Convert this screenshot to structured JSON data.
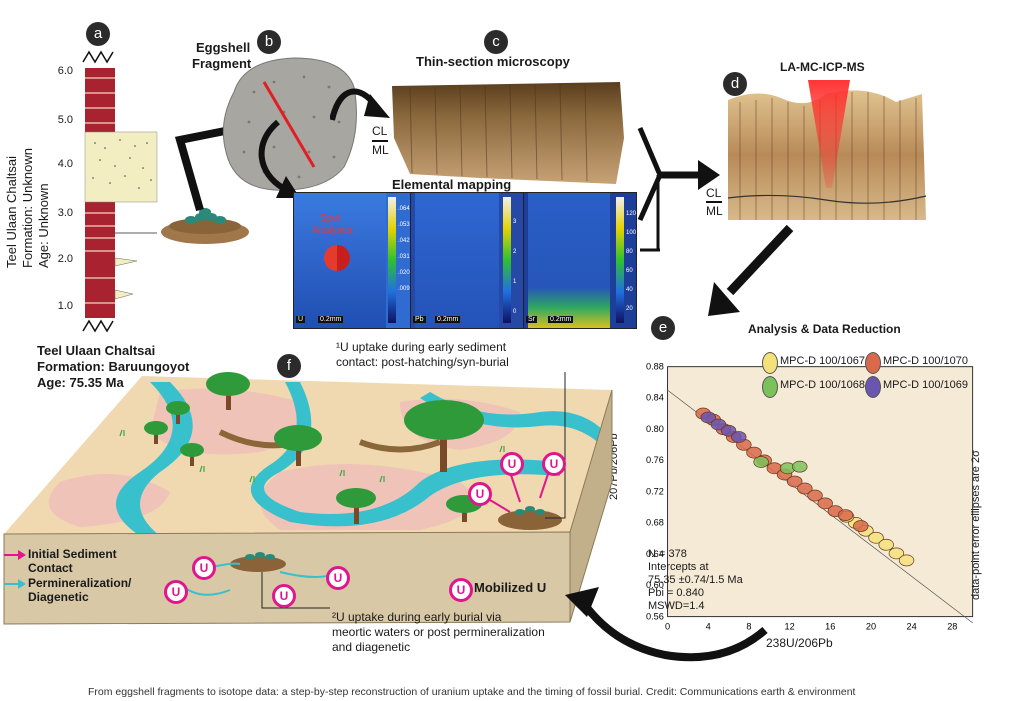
{
  "badges": [
    "a",
    "b",
    "c",
    "d",
    "e",
    "f"
  ],
  "panel_a": {
    "ticks": [
      "6.0",
      "5.0",
      "4.0",
      "3.0",
      "2.0",
      "1.0"
    ],
    "vertical_labels": [
      "Teel Ulaan Chaltsai",
      "Formation: Unknown",
      "Age: Unknown"
    ],
    "bottom_labels": [
      "Teel Ulaan Chaltsai",
      "Formation: Baruungoyot",
      "Age: 75.35 Ma"
    ]
  },
  "panel_b": {
    "title_line1": "Eggshell",
    "title_line2": "Fragment"
  },
  "panel_c": {
    "title": "Thin-section microscopy",
    "cl": "CL",
    "ml": "ML"
  },
  "panel_d": {
    "title": "LA-MC-ICP-MS",
    "cl": "CL",
    "ml": "ML"
  },
  "mapping": {
    "title": "Elemental mapping",
    "spot_label_line1": "Spot",
    "spot_label_line2": "Analyses",
    "elements": [
      "U",
      "Pb",
      "Sr"
    ],
    "scale_text": "0.2mm",
    "panel1_ticks": [
      ".064",
      ".053",
      ".042",
      ".031",
      ".020",
      ".009"
    ],
    "panel2_ticks": [
      "3",
      "2",
      "1",
      "0"
    ],
    "panel3_ticks": [
      "120",
      "100",
      "80",
      "60",
      "40",
      "20"
    ]
  },
  "panel_e": {
    "title": "Analysis & Data Reduction",
    "legend": [
      {
        "name": "MPC-D 100/1067",
        "color": "#f3e27a"
      },
      {
        "name": "MPC-D 100/1070",
        "color": "#d9694a"
      },
      {
        "name": "MPC-D 100/1068",
        "color": "#7cc25a"
      },
      {
        "name": "MPC-D 100/1069",
        "color": "#6a55b0"
      }
    ],
    "stats": [
      "N = 378",
      "Intercepts at",
      "75.35 ±0.74/1.5 Ma",
      "Pbi = 0.840",
      "MSWD=1.4"
    ],
    "side_note": "data-point error ellipses are 2σ"
  },
  "chart_data": {
    "type": "scatter",
    "title": "Analysis & Data Reduction",
    "xlabel": "238U/206Pb",
    "ylabel": "207Pb/206Pb",
    "xlim": [
      0,
      30
    ],
    "ylim": [
      0.56,
      0.88
    ],
    "xticks": [
      "0",
      "4",
      "8",
      "12",
      "16",
      "20",
      "24",
      "28"
    ],
    "yticks": [
      "0.88",
      "0.84",
      "0.80",
      "0.76",
      "0.72",
      "0.68",
      "0.64",
      "0.60",
      "0.56"
    ],
    "regression_line": {
      "x": [
        0,
        30
      ],
      "y": [
        0.85,
        0.552
      ]
    },
    "series": [
      {
        "name": "MPC-D 100/1067",
        "color": "#f3e27a",
        "points": [
          [
            18.5,
            0.68
          ],
          [
            19.5,
            0.67
          ],
          [
            20.5,
            0.661
          ],
          [
            21.5,
            0.652
          ],
          [
            22.5,
            0.641
          ],
          [
            23.5,
            0.632
          ],
          [
            17.6,
            0.688
          ]
        ]
      },
      {
        "name": "MPC-D 100/1070",
        "color": "#d9694a",
        "points": [
          [
            3.5,
            0.82
          ],
          [
            4.5,
            0.812
          ],
          [
            5.5,
            0.8
          ],
          [
            6.5,
            0.79
          ],
          [
            7.5,
            0.78
          ],
          [
            8.5,
            0.77
          ],
          [
            9.5,
            0.76
          ],
          [
            10.5,
            0.75
          ],
          [
            11.5,
            0.742
          ],
          [
            12.5,
            0.733
          ],
          [
            13.5,
            0.724
          ],
          [
            14.5,
            0.715
          ],
          [
            15.5,
            0.705
          ],
          [
            16.5,
            0.695
          ],
          [
            17.5,
            0.69
          ],
          [
            19.0,
            0.676
          ]
        ]
      },
      {
        "name": "MPC-D 100/1068",
        "color": "#7cc25a",
        "points": [
          [
            9.2,
            0.758
          ],
          [
            11.8,
            0.75
          ],
          [
            13.0,
            0.752
          ]
        ]
      },
      {
        "name": "MPC-D 100/1069",
        "color": "#6a55b0",
        "points": [
          [
            4.0,
            0.815
          ],
          [
            5.0,
            0.806
          ],
          [
            6.0,
            0.798
          ],
          [
            7.0,
            0.79
          ]
        ]
      }
    ]
  },
  "panel_f": {
    "uptake1_line1": "¹U uptake during early sediment",
    "uptake1_line2": "contact: post-hatching/syn-burial",
    "uptake2_line1": "²U uptake during early burial via",
    "uptake2_line2": "meortic waters or post permineralization",
    "uptake2_line3": "and diagenetic",
    "legend_initial_line1": "Initial Sediment",
    "legend_initial_line2": "Contact",
    "legend_perm_line1": "Permineralization/",
    "legend_perm_line2": "Diagenetic",
    "mobilized": "Mobilized U",
    "u_glyph": "U"
  },
  "caption": "From eggshell fragments to isotope data: a step-by-step reconstruction of uranium uptake and the timing of fossil burial. Credit: Communications earth & environment"
}
